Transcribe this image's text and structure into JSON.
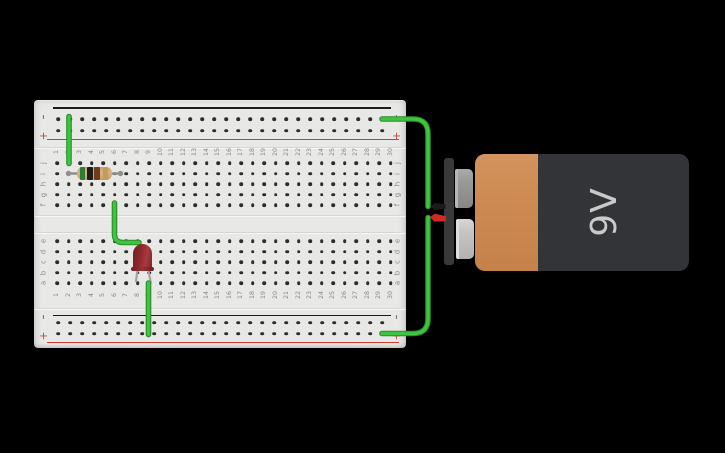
{
  "scene": {
    "background": "#000000"
  },
  "breadboard": {
    "board_color": "#e8e8e6",
    "hole_color": "#2d2d2d",
    "label_color": "#868686",
    "negative_line_color": "#1b1b1b",
    "positive_line_color": "#cc3b33",
    "minus_label_color": "#3a3a3a",
    "plus_label_color": "#c44a3c",
    "column_numbers": [
      "1",
      "2",
      "3",
      "4",
      "5",
      "6",
      "7",
      "8",
      "9",
      "10",
      "11",
      "12",
      "13",
      "14",
      "15",
      "16",
      "17",
      "18",
      "19",
      "20",
      "21",
      "22",
      "23",
      "24",
      "25",
      "26",
      "27",
      "28",
      "29",
      "30"
    ],
    "row_letters_top": [
      "j",
      "i",
      "h",
      "g",
      "f"
    ],
    "row_letters_bottom": [
      "e",
      "d",
      "c",
      "b",
      "a"
    ],
    "rail_minus_label": "–",
    "rail_plus_label": "+"
  },
  "components": {
    "wire_color": "#3ec43e",
    "wire_outline_color": "#2a8c2a",
    "wires": [
      {
        "name": "wire-top-negative-rail-to-j2"
      },
      {
        "name": "wire-f6-to-led"
      },
      {
        "name": "wire-a9-to-bottom-rail"
      },
      {
        "name": "wire-top-rail-to-battery-negative"
      },
      {
        "name": "wire-battery-positive-to-bottom-rail"
      }
    ],
    "resistor": {
      "body_color": "#d9b287",
      "lead_color": "#8f8f8f",
      "band_colors": [
        "#2e7d32",
        "#1d1d1d",
        "#6f3d18",
        "#c79a55"
      ]
    },
    "led": {
      "body_color": "#8f282c",
      "leg_color": "#a3a3a3"
    },
    "battery": {
      "label": "9V",
      "label_color": "#c9c9c9",
      "case_color": "#323437",
      "wrap_color": "#cd8a52",
      "clip_color": "#39393b",
      "terminal_top_color": "#9a9a9a",
      "terminal_bottom_color": "#c6c6c6",
      "negative_lead_color": "#1c1c1c",
      "positive_lead_color": "#cf2d22"
    }
  }
}
